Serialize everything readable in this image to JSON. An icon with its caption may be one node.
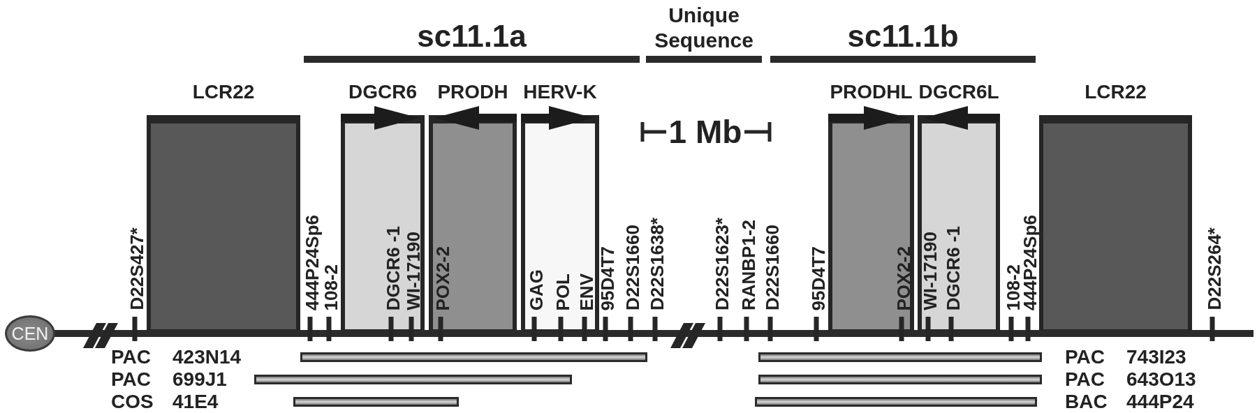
{
  "diagram": {
    "nodes": [
      {
        "text": [
          "sc11.1a"
        ]
      },
      {
        "text": [
          "Unique Sequence"
        ]
      },
      {
        "text": [
          "sc11.1b"
        ]
      },
      {
        "text": [
          "LCR22"
        ]
      },
      {
        "text": [
          "DGCR6"
        ]
      },
      {
        "text": [
          "PRODH"
        ]
      },
      {
        "text": [
          "HERV-K"
        ]
      },
      {
        "text": [
          "PRODHL"
        ]
      },
      {
        "text": [
          "DGCR6L"
        ]
      },
      {
        "text": [
          "LCR22"
        ]
      },
      {
        "text": [
          "CEN"
        ]
      },
      {
        "text": [],
        "shape": "bar",
        "beside": [
          "PAC",
          "423N14"
        ]
      },
      {
        "text": [],
        "shape": "bar",
        "beside": [
          "PAC",
          "743I23"
        ]
      },
      {
        "text": [],
        "shape": "bar",
        "beside": [
          "PAC",
          "699J1"
        ]
      },
      {
        "text": [],
        "shape": "bar",
        "beside": [
          "PAC",
          "643O13"
        ]
      },
      {
        "text": [],
        "shape": "bar",
        "beside": [
          "COS",
          "41E4"
        ]
      },
      {
        "text": [],
        "shape": "bar",
        "beside": [
          "BAC",
          "444P24"
        ]
      }
    ],
    "labels": [
      "1 Mb",
      "D22S427*",
      "444P24Sp6",
      "108-2",
      "DGCR6 -1",
      "WI-17190",
      "POX2-2",
      "GAG",
      "POL",
      "ENV",
      "95D4T7",
      "D22S1660",
      "D22S1638*",
      "D22S1623*",
      "RANBP1-2",
      "D22S1660",
      "95D4T7",
      "POX2-2",
      "WI-17190",
      "DGCR6 -1",
      "108-2",
      "444P24Sp6",
      "D22S264*"
    ]
  }
}
